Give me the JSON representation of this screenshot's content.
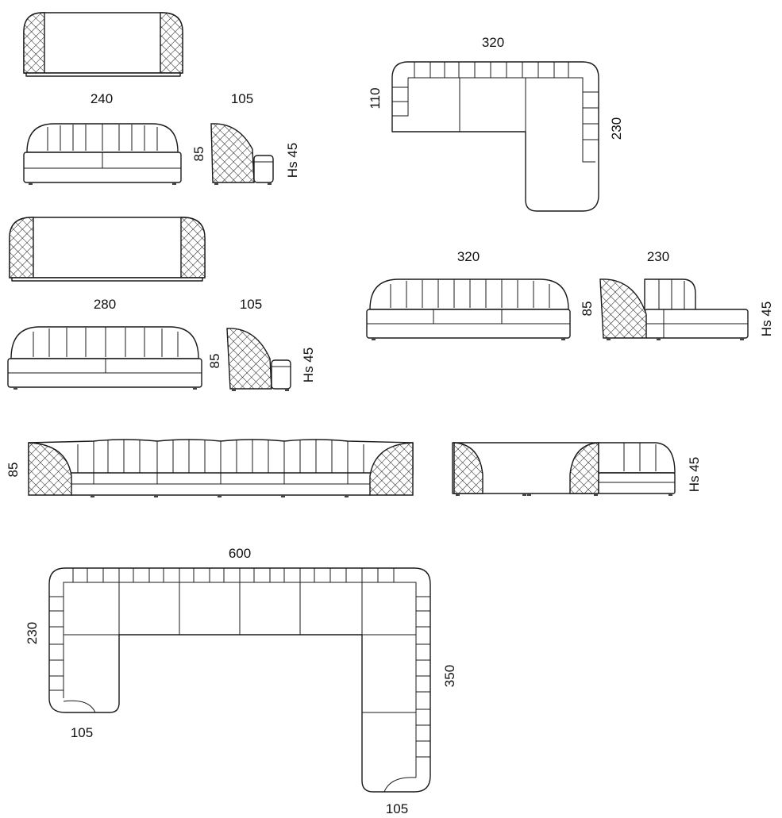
{
  "colors": {
    "line": "#1a1a1a",
    "background": "#ffffff",
    "hatch": "#1a1a1a"
  },
  "dimensions": {
    "sofa240": {
      "width": "240",
      "depth": "105",
      "height": "85",
      "seat_height": "Hs 45"
    },
    "sofa280": {
      "width": "280",
      "depth": "105",
      "height": "85",
      "seat_height": "Hs 45"
    },
    "corner_320": {
      "width": "320",
      "side": "230",
      "depth": "110"
    },
    "corner_front": {
      "width": "320",
      "height": "85"
    },
    "chaise_side": {
      "depth": "230",
      "height": "85",
      "seat_height": "Hs 45"
    },
    "large_front": {
      "height": "85"
    },
    "large_side": {
      "seat_height": "Hs 45"
    },
    "u_plan": {
      "width": "600",
      "left": "230",
      "right": "350",
      "bottom_left": "105",
      "bottom_right": "105"
    }
  }
}
